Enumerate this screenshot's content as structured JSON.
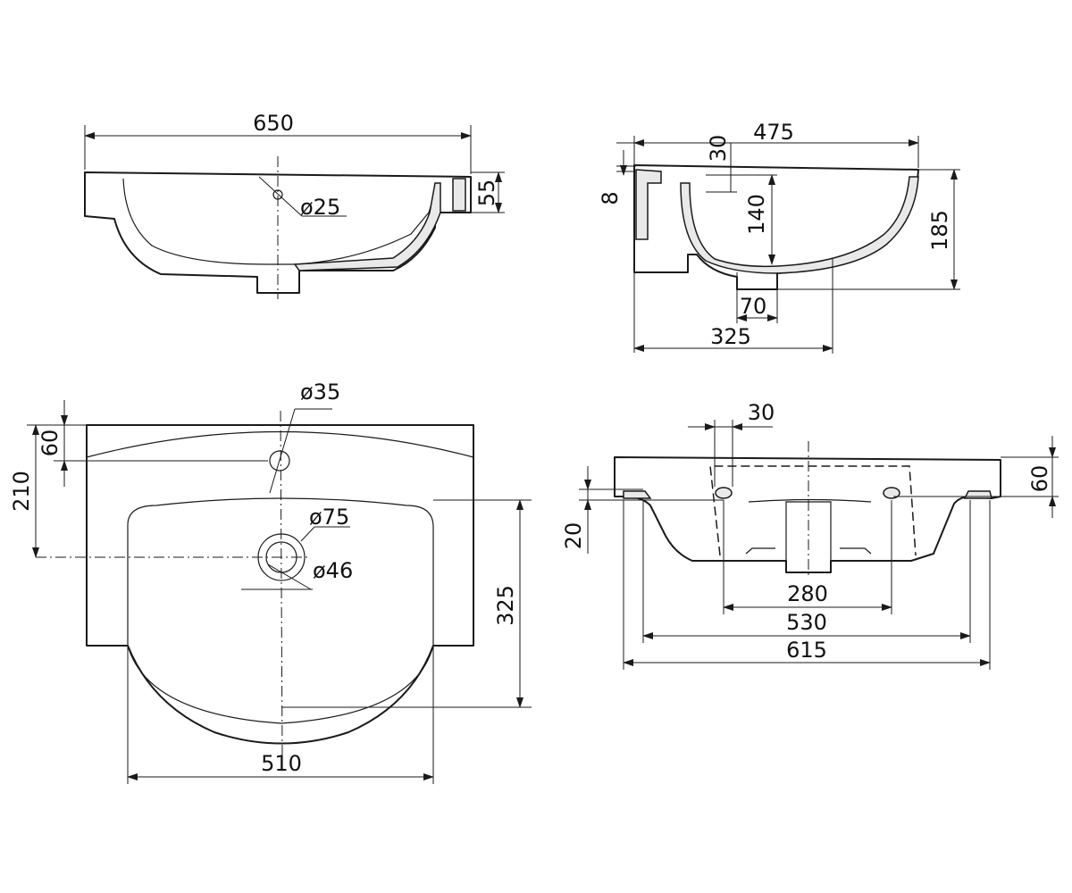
{
  "top_left_view": {
    "overall_width": "650",
    "rim_height": "55",
    "overflow_diameter": "ø25"
  },
  "top_right_view": {
    "depth": "475",
    "rim_offset": "30",
    "lip": "8",
    "bowl_depth": "140",
    "total_height": "185",
    "drain_offset": "70",
    "drain_distance": "325"
  },
  "bottom_left_view": {
    "tap_hole_diameter": "ø35",
    "tap_hole_offset": "60",
    "tap_to_drain": "210",
    "drain_outer_diameter": "ø75",
    "drain_inner_diameter": "ø46",
    "bowl_length": "325",
    "bowl_width": "510"
  },
  "bottom_right_view": {
    "bracket_width": "30",
    "rim_height": "60",
    "lip_height": "20",
    "drain_spacing": "280",
    "bracket_spacing": "530",
    "overall_width": "615"
  }
}
